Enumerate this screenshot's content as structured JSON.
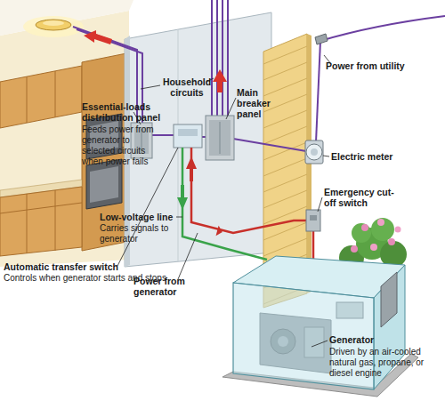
{
  "diagram": {
    "labels": [
      "Power from utility",
      "Household circuits",
      "Main breaker panel",
      "Essential-loads distribution panel",
      "Feeds power from generator to selected circuits when power fails",
      "Electric meter",
      "Emergency cut-off switch",
      "Low-voltage line",
      "Carries signals to generator",
      "Power from generator",
      "Automatic transfer switch",
      "Controls when generator starts and stops",
      "Generator",
      "Driven by an air-cooled natural gas, propane, or diesel engine"
    ]
  }
}
